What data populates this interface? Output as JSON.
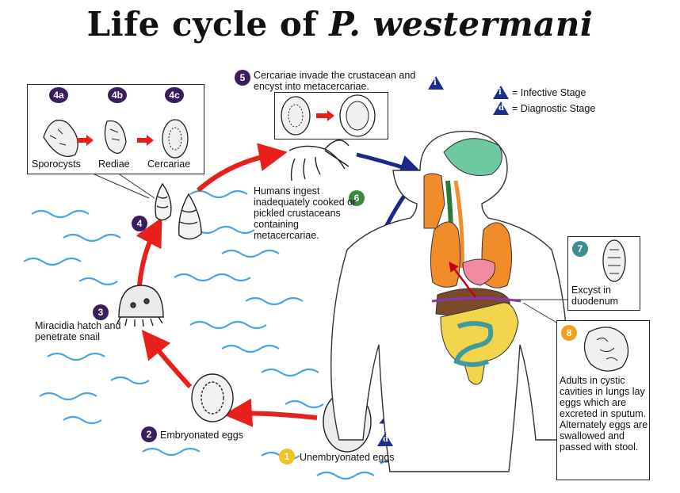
{
  "title": {
    "prefix": "Life cycle of ",
    "species": "P. westermani"
  },
  "legend": {
    "infective": {
      "symbol": "i",
      "label": "= Infective Stage"
    },
    "diagnostic": {
      "symbol": "d",
      "label": "= Diagnostic Stage"
    }
  },
  "stages": {
    "s1": {
      "num": "1",
      "label": "Unembryonated eggs",
      "marker": "d"
    },
    "s2": {
      "num": "2",
      "label": "Embryonated eggs"
    },
    "s3": {
      "num": "3",
      "label": "Miracidia hatch and penetrate snail"
    },
    "s4": {
      "num": "4"
    },
    "s4a": {
      "num": "4a",
      "label": "Sporocysts"
    },
    "s4b": {
      "num": "4b",
      "label": "Rediae"
    },
    "s4c": {
      "num": "4c",
      "label": "Cercariae"
    },
    "s5": {
      "num": "5",
      "label": "Cercariae invade the crustacean and encyst into metacercariae.",
      "marker": "i"
    },
    "s6": {
      "num": "6",
      "label": "Humans ingest inadequately cooked or pickled crustaceans containing metacercariae."
    },
    "s7": {
      "num": "7",
      "label": "Excyst in duodenum"
    },
    "s8": {
      "num": "8",
      "label": "Adults in cystic cavities in lungs lay eggs which are excreted in sputum. Alternately eggs are swallowed and passed with stool."
    }
  },
  "colors": {
    "red_arrow": "#e8201c",
    "blue_arrow": "#1a2a8c",
    "purple_badge": "#3b1d5e",
    "green_badge": "#3d8a3d",
    "teal_badge": "#3a8f8f",
    "orange_badge": "#f0a020",
    "yellow_badge": "#f5c020",
    "water": "#4aa3e0"
  }
}
